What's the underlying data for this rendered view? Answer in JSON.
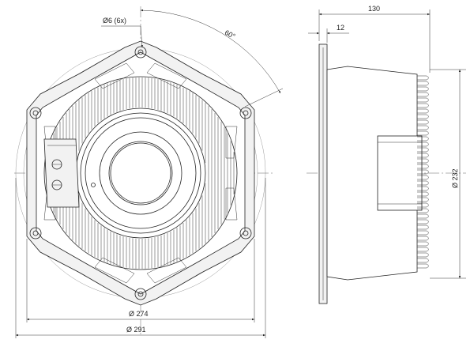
{
  "front_view": {
    "mount_hole_label": "Ø6 (6x)",
    "angle_label": "60°",
    "inner_diameter_label": "Ø 274",
    "outer_diameter_label": "Ø 291"
  },
  "side_view": {
    "depth_label": "130",
    "flange_label": "12",
    "diameter_label": "Ø 232"
  }
}
